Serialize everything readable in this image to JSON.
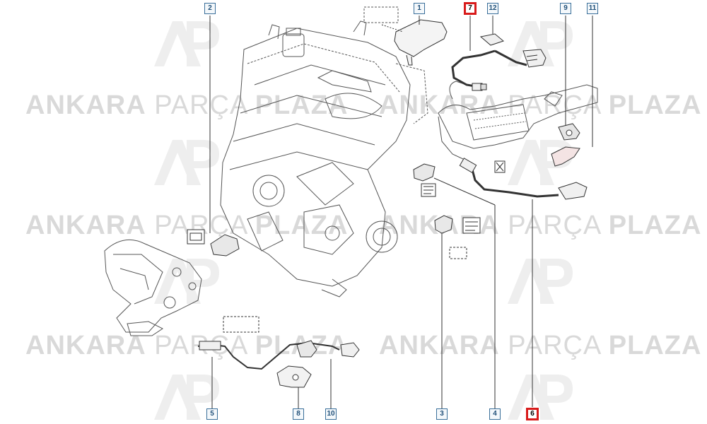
{
  "watermark": {
    "word1": "ANKARA",
    "word2": "PARÇA",
    "word3": "PLAZA",
    "color": "#d9d9d9"
  },
  "colors": {
    "callout_border": "#3a6f9a",
    "callout_highlight": "#d81b1b",
    "line": "#333333"
  },
  "callouts": [
    {
      "label": "1",
      "highlight": false
    },
    {
      "label": "2",
      "highlight": false
    },
    {
      "label": "3",
      "highlight": false
    },
    {
      "label": "4",
      "highlight": false
    },
    {
      "label": "5",
      "highlight": false
    },
    {
      "label": "6",
      "highlight": true
    },
    {
      "label": "7",
      "highlight": true
    },
    {
      "label": "8",
      "highlight": false
    },
    {
      "label": "9",
      "highlight": false
    },
    {
      "label": "10",
      "highlight": false
    },
    {
      "label": "11",
      "highlight": false
    },
    {
      "label": "12",
      "highlight": false
    }
  ]
}
